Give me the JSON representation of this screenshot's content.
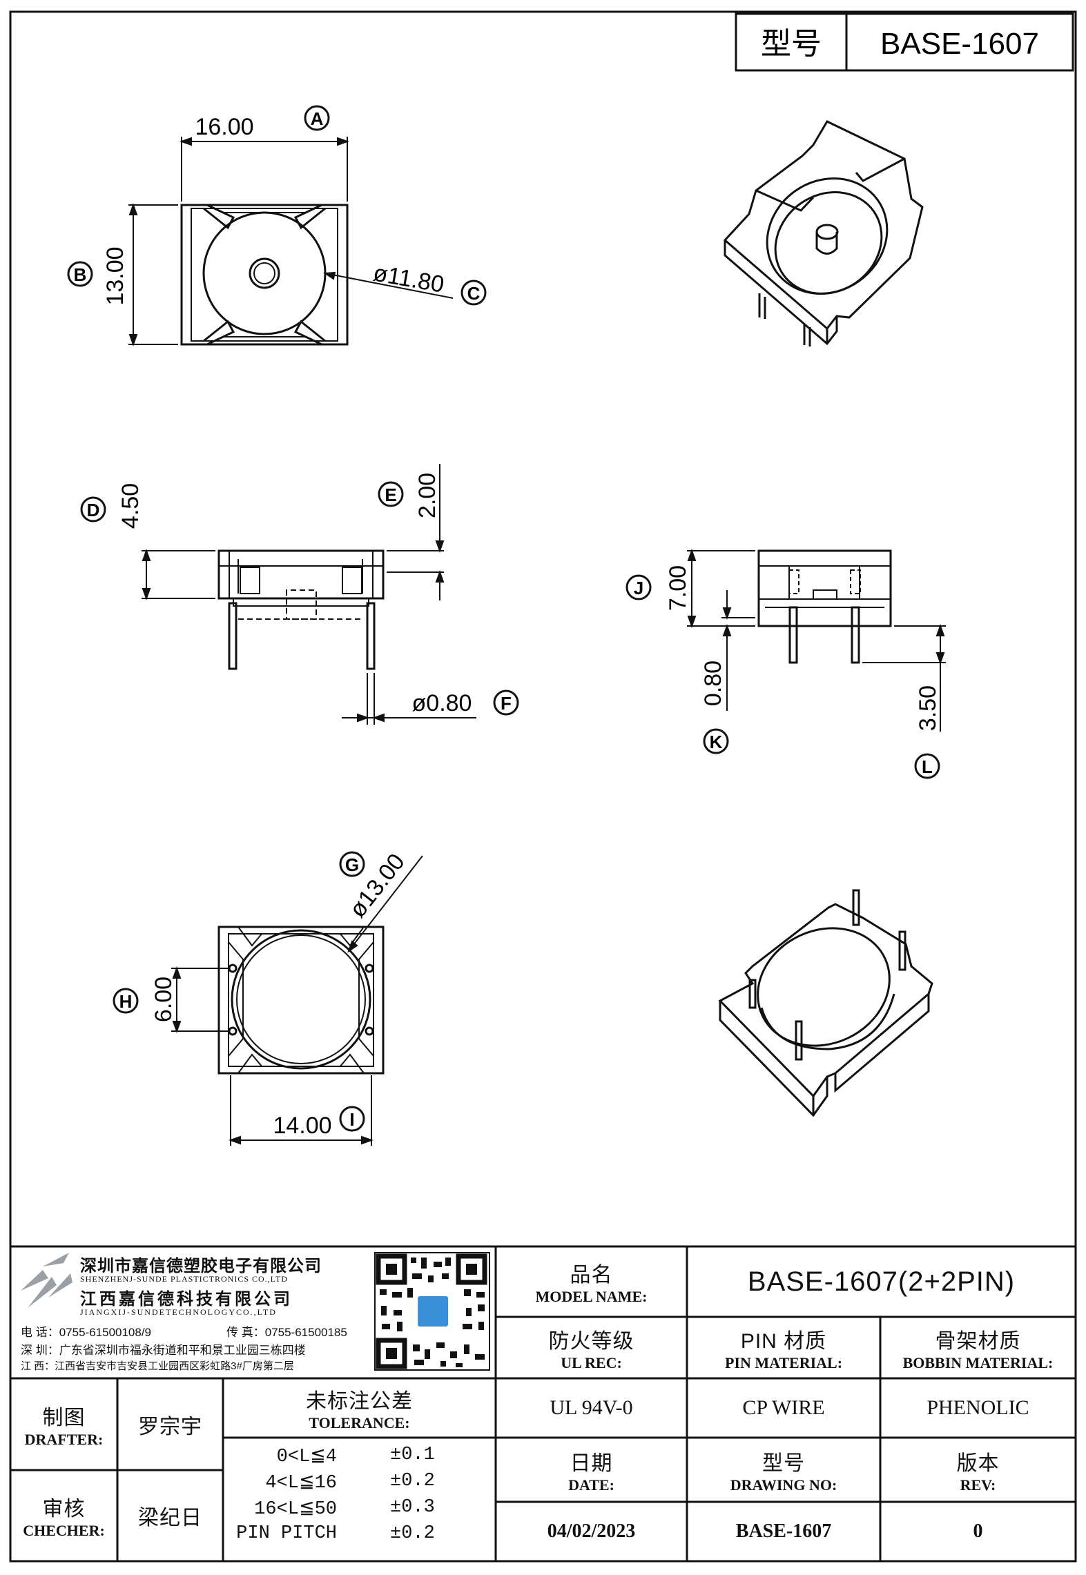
{
  "header": {
    "model_label": "型号",
    "model_value": "BASE-1607"
  },
  "views": {
    "top": {
      "dim_width": "16.00",
      "dim_height": "13.00",
      "dim_circle": "ø11.80",
      "tags": {
        "width": "A",
        "height": "B",
        "circle": "C"
      }
    },
    "front": {
      "dim_total": "4.50",
      "dim_top": "2.00",
      "dim_pin": "ø0.80",
      "tags": {
        "total": "D",
        "top": "E",
        "pin": "F"
      }
    },
    "side": {
      "dim_height": "7.00",
      "dim_step": "0.80",
      "dim_pin_len": "3.50",
      "tags": {
        "height": "J",
        "step": "K",
        "pin_len": "L"
      }
    },
    "bottom": {
      "dim_circle": "ø13.00",
      "dim_pitch": "6.00",
      "dim_width": "14.00",
      "tags": {
        "circle": "G",
        "pitch": "H",
        "width": "I"
      }
    }
  },
  "company": {
    "name_sz": "深圳市嘉信德塑胶电子有限公司",
    "name_sz_en": "SHENZHENJ-SUNDE PLASTICTRONICS CO.,LTD",
    "name_jx": "江西嘉信德科技有限公司",
    "name_jx_en": "JIANGXIJ-SUNDETECHNOLOGYCO.,LTD",
    "phone": "电 话：0755-61500108/9",
    "fax": "传 真：0755-61500185",
    "addr_sz": "深 圳：广东省深圳市福永街道和平和景工业园三栋四楼",
    "addr_jx": "江 西：江西省吉安市吉安县工业园西区彩虹路3#厂房第二层"
  },
  "title_block": {
    "model_name_cn": "品名",
    "model_name_en": "MODEL NAME:",
    "model_name_value": "BASE-1607(2+2PIN)",
    "ul_cn": "防火等级",
    "ul_en": "UL REC:",
    "ul_value": "UL 94V-0",
    "pin_cn": "PIN 材质",
    "pin_en": "PIN MATERIAL:",
    "pin_value": "CP WIRE",
    "bobbin_cn": "骨架材质",
    "bobbin_en": "BOBBIN MATERIAL:",
    "bobbin_value": "PHENOLIC",
    "date_cn": "日期",
    "date_en": "DATE:",
    "date_value": "04/02/2023",
    "drawing_cn": "型号",
    "drawing_en": "DRAWING NO:",
    "drawing_value": "BASE-1607",
    "rev_cn": "版本",
    "rev_en": "REV:",
    "rev_value": "0",
    "drafter_cn": "制图",
    "drafter_en": "DRAFTER:",
    "drafter_name": "罗宗宇",
    "checker_cn": "审核",
    "checker_en": "CHECHER:",
    "checker_name": "梁纪日",
    "tolerance_cn": "未标注公差",
    "tolerance_en": "TOLERANCE:",
    "tolerance_rows": [
      {
        "range": "0<L≦4",
        "value": "±0.1"
      },
      {
        "range": "4<L≦16",
        "value": "±0.2"
      },
      {
        "range": "16<L≦50",
        "value": "±0.3"
      },
      {
        "range": "PIN PITCH",
        "value": "±0.2"
      }
    ]
  },
  "colors": {
    "line": "#111111",
    "qr_accent": "#3a8fd8",
    "logo": "#9aa0a6"
  }
}
